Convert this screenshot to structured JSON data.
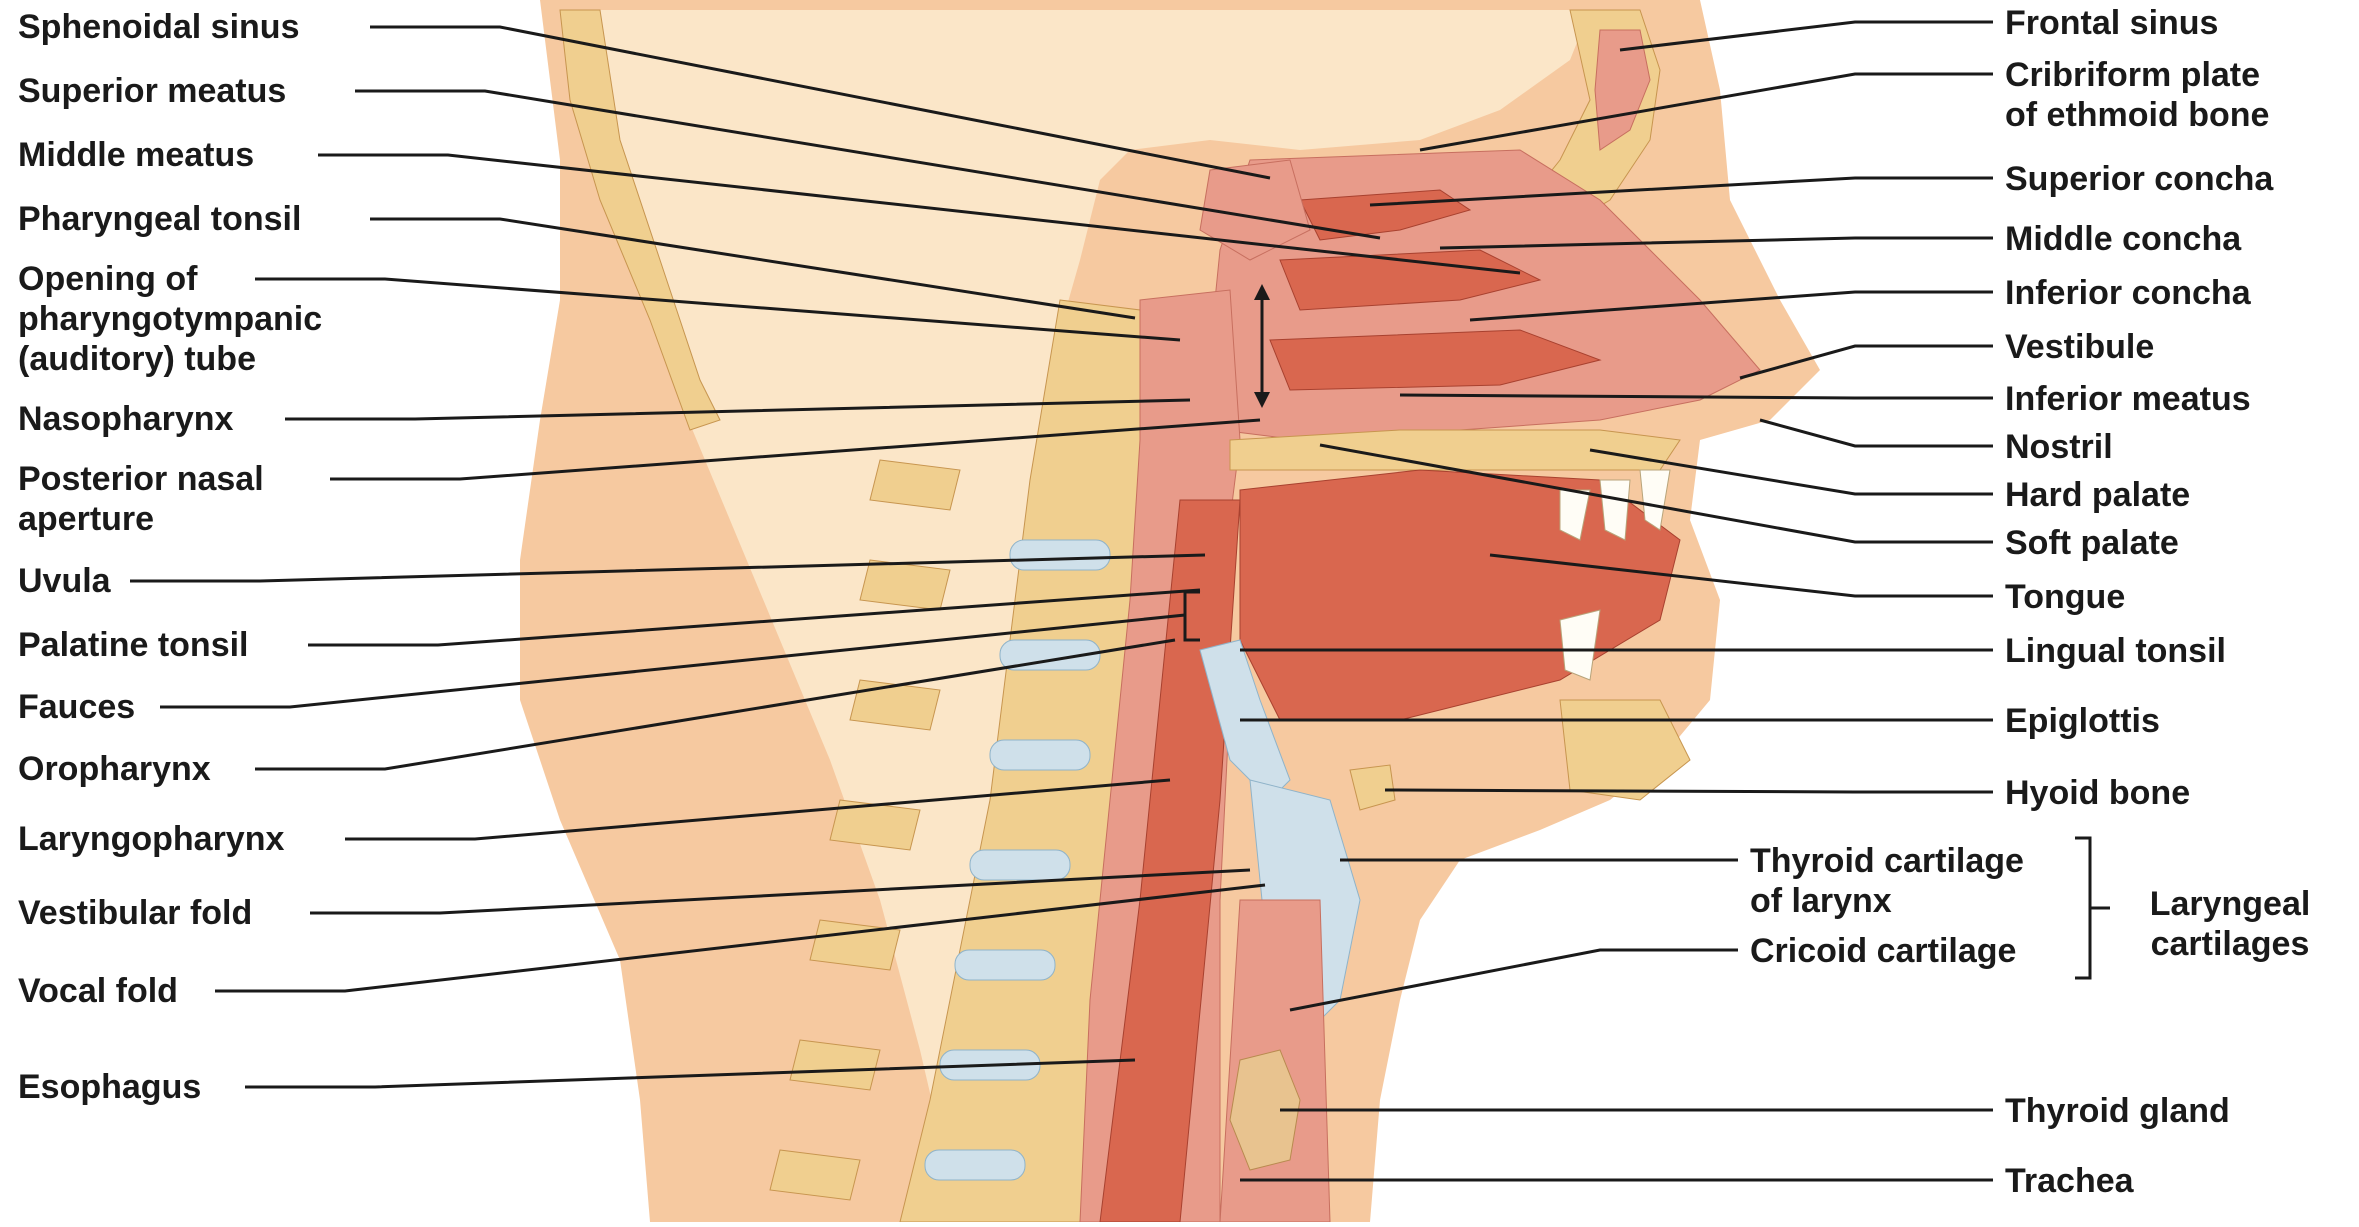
{
  "colors": {
    "skin": "#f6c9a0",
    "bone": "#f0cf8f",
    "bone_spot": "#c7954f",
    "mucosa": "#e89b8a",
    "muscle": "#d9674f",
    "cartilage": "#cfe0ea",
    "label": "#1a1a1a"
  },
  "labels_left": [
    {
      "id": "sphenoidal-sinus",
      "lines": [
        "Sphenoidal sinus"
      ]
    },
    {
      "id": "superior-meatus",
      "lines": [
        "Superior meatus"
      ]
    },
    {
      "id": "middle-meatus",
      "lines": [
        "Middle meatus"
      ]
    },
    {
      "id": "pharyngeal-tonsil",
      "lines": [
        "Pharyngeal tonsil"
      ]
    },
    {
      "id": "opening-pharyngotympanic-tube",
      "lines": [
        "Opening of",
        "pharyngotympanic",
        "(auditory) tube"
      ]
    },
    {
      "id": "nasopharynx",
      "lines": [
        "Nasopharynx"
      ]
    },
    {
      "id": "posterior-nasal-aperture",
      "lines": [
        "Posterior nasal",
        "aperture"
      ]
    },
    {
      "id": "uvula",
      "lines": [
        "Uvula"
      ]
    },
    {
      "id": "palatine-tonsil",
      "lines": [
        "Palatine tonsil"
      ]
    },
    {
      "id": "fauces",
      "lines": [
        "Fauces"
      ]
    },
    {
      "id": "oropharynx",
      "lines": [
        "Oropharynx"
      ]
    },
    {
      "id": "laryngopharynx",
      "lines": [
        "Laryngopharynx"
      ]
    },
    {
      "id": "vestibular-fold",
      "lines": [
        "Vestibular fold"
      ]
    },
    {
      "id": "vocal-fold",
      "lines": [
        "Vocal fold"
      ]
    },
    {
      "id": "esophagus",
      "lines": [
        "Esophagus"
      ]
    }
  ],
  "labels_right": [
    {
      "id": "frontal-sinus",
      "lines": [
        "Frontal sinus"
      ]
    },
    {
      "id": "cribriform-plate",
      "lines": [
        "Cribriform plate",
        "of ethmoid bone"
      ]
    },
    {
      "id": "superior-concha",
      "lines": [
        "Superior concha"
      ]
    },
    {
      "id": "middle-concha",
      "lines": [
        "Middle concha"
      ]
    },
    {
      "id": "inferior-concha",
      "lines": [
        "Inferior concha"
      ]
    },
    {
      "id": "vestibule",
      "lines": [
        "Vestibule"
      ]
    },
    {
      "id": "inferior-meatus",
      "lines": [
        "Inferior meatus"
      ]
    },
    {
      "id": "nostril",
      "lines": [
        "Nostril"
      ]
    },
    {
      "id": "hard-palate",
      "lines": [
        "Hard palate"
      ]
    },
    {
      "id": "soft-palate",
      "lines": [
        "Soft palate"
      ]
    },
    {
      "id": "tongue",
      "lines": [
        "Tongue"
      ]
    },
    {
      "id": "lingual-tonsil",
      "lines": [
        "Lingual tonsil"
      ]
    },
    {
      "id": "epiglottis",
      "lines": [
        "Epiglottis"
      ]
    },
    {
      "id": "hyoid-bone",
      "lines": [
        "Hyoid bone"
      ]
    },
    {
      "id": "thyroid-cartilage",
      "lines": [
        "Thyroid cartilage",
        "of larynx"
      ]
    },
    {
      "id": "cricoid-cartilage",
      "lines": [
        "Cricoid cartilage"
      ]
    },
    {
      "id": "thyroid-gland",
      "lines": [
        "Thyroid gland"
      ]
    },
    {
      "id": "trachea",
      "lines": [
        "Trachea"
      ]
    }
  ],
  "group_label": {
    "id": "laryngeal-cartilages",
    "lines": [
      "Laryngeal",
      "cartilages"
    ]
  }
}
